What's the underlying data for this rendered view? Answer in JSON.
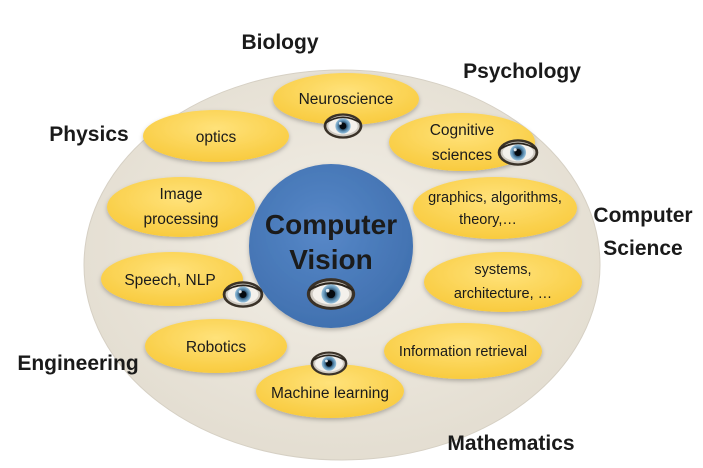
{
  "outer_labels": {
    "biology": "Biology",
    "psychology": "Psychology",
    "physics": "Physics",
    "cs_line1": "Computer",
    "cs_line2": "Science",
    "engineering": "Engineering",
    "mathematics": "Mathematics"
  },
  "center": {
    "line1": "Computer",
    "line2": "Vision"
  },
  "pills": {
    "neuroscience": "Neuroscience",
    "optics": "optics",
    "cognitive_1": "Cognitive",
    "cognitive_2": "sciences",
    "image_1": "Image",
    "image_2": "processing",
    "graphics_1": "graphics, algorithms,",
    "graphics_2": "theory,…",
    "speech": "Speech, NLP",
    "systems_1": "systems,",
    "systems_2": "architecture, …",
    "robotics": "Robotics",
    "info": "Information retrieval",
    "ml": "Machine learning"
  },
  "colors": {
    "outer_fill": "#ebe6dc",
    "pill_fill": "#fdd54f",
    "center_fill": "#4a7bbd",
    "text": "#1a1a1a"
  },
  "icons": [
    "eye-icon"
  ]
}
